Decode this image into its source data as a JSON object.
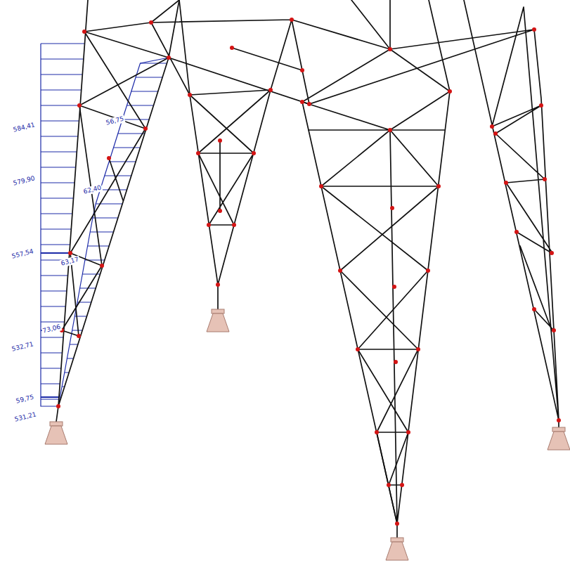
{
  "diagram": {
    "labels": [
      "584,41",
      "56,75",
      "579,90",
      "62,40",
      "557,54",
      "63,17",
      "73,06",
      "532,71",
      "59,75",
      "531,21"
    ]
  }
}
